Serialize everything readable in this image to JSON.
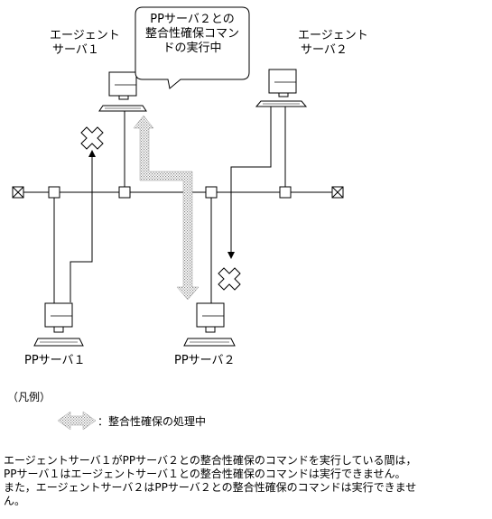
{
  "labels": {
    "agent1": [
      "エージェント",
      "サーバ１"
    ],
    "agent2": [
      "エージェント",
      "サーバ２"
    ],
    "bubble": [
      "PPサーバ２との",
      "整合性確保コマン",
      "ドの実行中"
    ],
    "pp1": "PPサーバ１",
    "pp2": "PPサーバ２"
  },
  "legend": {
    "title": "（凡例）",
    "item": "：整合性確保の処理中"
  },
  "description": [
    "エージェントサーバ１がPPサーバ２との整合性確保のコマンドを実行している間は，",
    "PPサーバ１はエージェントサーバ１との整合性確保のコマンドは実行できません。",
    "また，エージェントサーバ２はPPサーバ２との整合性確保のコマンドは実行できませ",
    "ん。"
  ]
}
